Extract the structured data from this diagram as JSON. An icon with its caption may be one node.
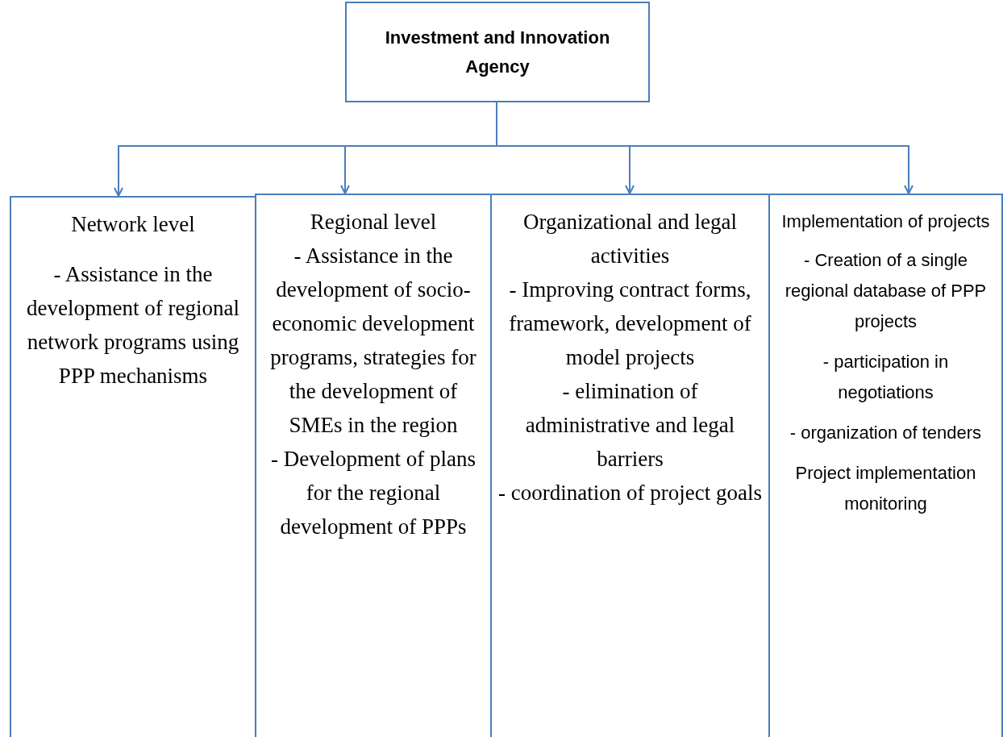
{
  "diagram": {
    "nodes": [
      {
        "text": [
          "Investment and Innovation Agency"
        ]
      },
      {
        "text": [
          "Network level",
          "- Assistance in the development of regional network programs using PPP mechanisms"
        ]
      },
      {
        "text": [
          "Regional level",
          "- Assistance in the development of socio-economic development programs, strategies for the development of SMEs in the region",
          "- Development of plans for the regional development of PPPs"
        ]
      },
      {
        "text": [
          "Organizational and legal activities",
          "- Improving contract forms, framework, development of model projects",
          "- elimination of administrative and legal barriers",
          "- coordination of project goals"
        ]
      },
      {
        "text": [
          "Implementation of projects",
          "- Creation of a single regional database of PPP projects",
          "- participation in negotiations",
          "- organization of tenders",
          "Project implementation monitoring"
        ]
      }
    ],
    "edges": [
      {
        "from": 0,
        "to": 1,
        "arrow": "to"
      },
      {
        "from": 0,
        "to": 2,
        "arrow": "to"
      },
      {
        "from": 0,
        "to": 3,
        "arrow": "to"
      },
      {
        "from": 0,
        "to": 4,
        "arrow": "to"
      }
    ]
  }
}
